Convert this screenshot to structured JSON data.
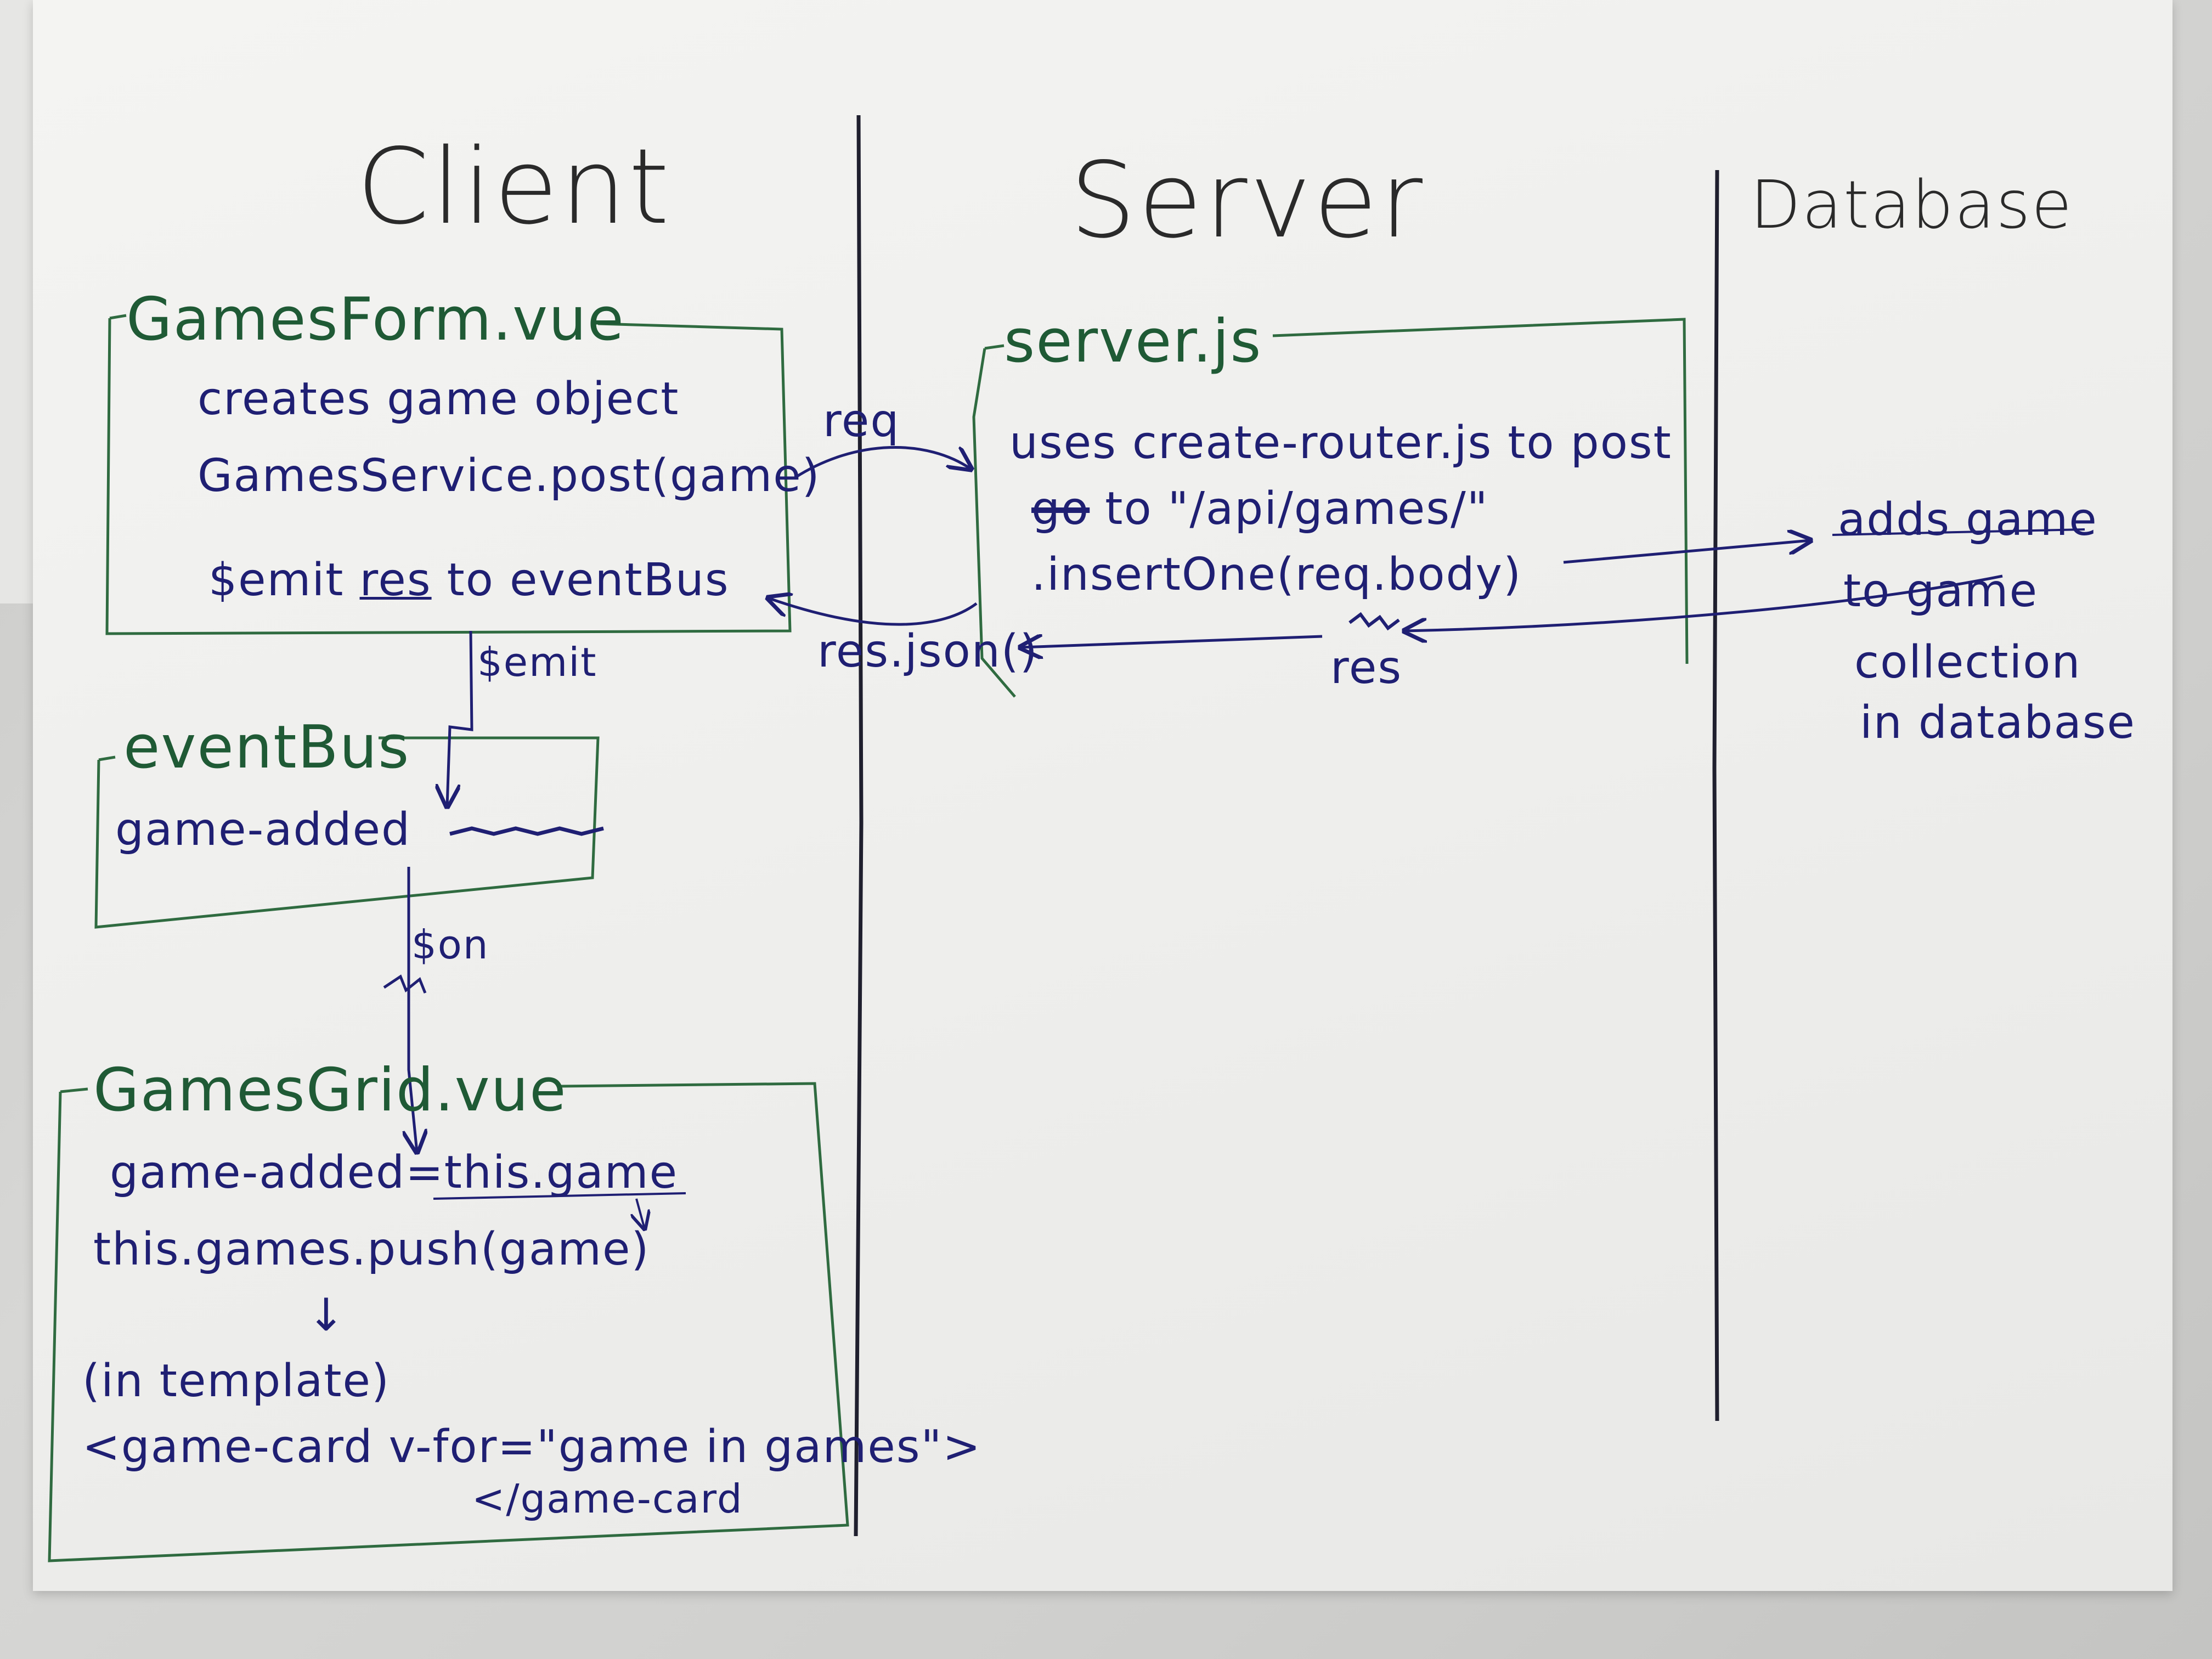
{
  "headers": {
    "client": "Client",
    "server": "Server",
    "database": "Database"
  },
  "games_form": {
    "name": "GamesForm.vue",
    "lines": [
      "creates game object",
      "GamesService.post(game)"
    ],
    "emit_prefix": "$emit ",
    "emit_res": "res",
    "emit_suffix": " to eventBus"
  },
  "event_bus": {
    "name": "eventBus",
    "event": "game-added"
  },
  "games_grid": {
    "name": "GamesGrid.vue",
    "lines": [
      "game-added=this.game",
      "this.games.push(game)",
      "↓",
      "(in template)",
      "<game-card v-for=\"game in games\">",
      "</game-card"
    ]
  },
  "server_js": {
    "name": "server.js",
    "line1": "uses create-router.js to post",
    "line2_strike": "go",
    "line2": " to \"/api/games/\"",
    "line3": ".insertOne(req.body)"
  },
  "database_box": {
    "lines": [
      "adds game",
      "to game",
      "collection",
      "in database"
    ]
  },
  "arrows": {
    "req": "req",
    "res_json": "res.json()",
    "res": "res",
    "emit": "$emit",
    "on": "$on"
  },
  "colors": {
    "ink": "#1f1f73",
    "box_green": "#2f6b40",
    "divider": "#1f1f2e",
    "paper": "#f1f1ef"
  }
}
